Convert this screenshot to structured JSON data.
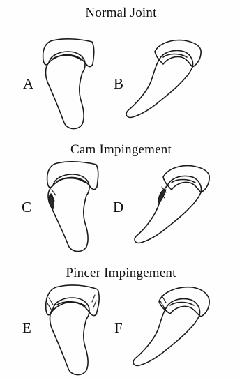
{
  "figure": {
    "sections": [
      {
        "title": "Normal Joint",
        "panels": [
          {
            "label": "A",
            "view": "front",
            "variant": "normal"
          },
          {
            "label": "B",
            "view": "side",
            "variant": "normal"
          }
        ]
      },
      {
        "title": "Cam Impingement",
        "panels": [
          {
            "label": "C",
            "view": "front",
            "variant": "cam"
          },
          {
            "label": "D",
            "view": "side",
            "variant": "cam"
          }
        ]
      },
      {
        "title": "Pincer Impingement",
        "panels": [
          {
            "label": "E",
            "view": "front",
            "variant": "pincer"
          },
          {
            "label": "F",
            "view": "side",
            "variant": "pincer"
          }
        ]
      }
    ]
  }
}
